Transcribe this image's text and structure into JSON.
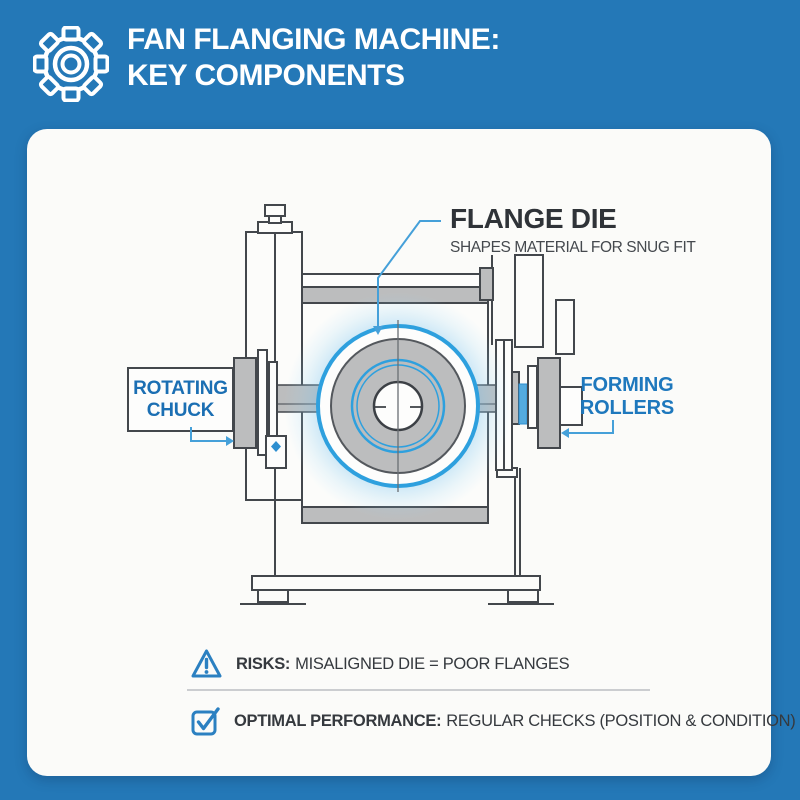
{
  "header": {
    "icon": "gear-icon",
    "title_line1": "FAN FLANGING MACHINE:",
    "title_line2": "KEY COMPONENTS"
  },
  "diagram": {
    "labels": {
      "flange_die": {
        "title": "FLANGE DIE",
        "subtitle": "SHAPES MATERIAL FOR SNUG FIT"
      },
      "rotating_chuck": {
        "line1": "ROTATING",
        "line2": "CHUCK"
      },
      "forming_rollers": {
        "line1": "FORMING",
        "line2": "ROLLERS"
      }
    }
  },
  "footer": {
    "risks": {
      "icon": "warning-icon",
      "label": "RISKS:",
      "text": "MISALIGNED DIE = POOR FLANGES"
    },
    "optimal": {
      "icon": "check-icon",
      "label": "OPTIMAL PERFORMANCE:",
      "text": "REGULAR CHECKS (POSITION & CONDITION)"
    }
  },
  "colors": {
    "background_blue": "#2478b7",
    "card_white": "#fbfbf9",
    "accent_blue": "#2ea0de",
    "label_blue": "#1b6fb3",
    "icon_blue": "#2b80c1",
    "machine_gray": "#bcbdbe",
    "line_dark": "#43474c",
    "text_dark": "#35393e"
  }
}
